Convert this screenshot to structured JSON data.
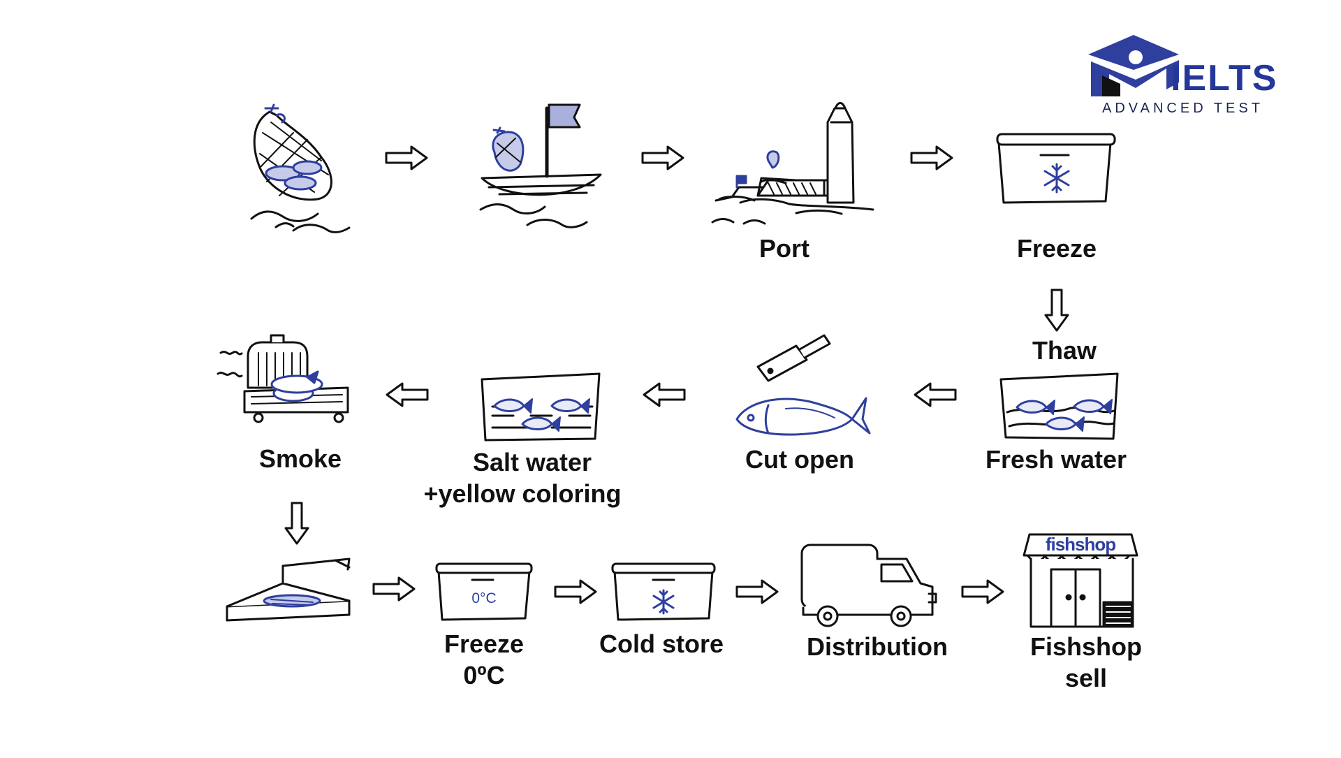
{
  "logo": {
    "wordmark": "IELTS",
    "subtitle": "ADVANCED TEST"
  },
  "steps": {
    "port": "Port",
    "freeze": "Freeze",
    "thaw": "Thaw",
    "fresh_water": "Fresh water",
    "cut_open": "Cut open",
    "salt_water_line1": "Salt water",
    "salt_water_line2": "+yellow coloring",
    "smoke": "Smoke",
    "freeze0_line1": "Freeze",
    "freeze0_line2": "0ºC",
    "cold_store": "Cold store",
    "distribution": "Distribution",
    "fishshop_line1": "Fishshop",
    "fishshop_line2": "sell"
  },
  "box_labels": {
    "temperature": "0°C",
    "shop_sign": "fishshop"
  },
  "colors": {
    "accent": "#2e3f9e",
    "accent_light": "#aab0dd",
    "ink": "#111111"
  }
}
